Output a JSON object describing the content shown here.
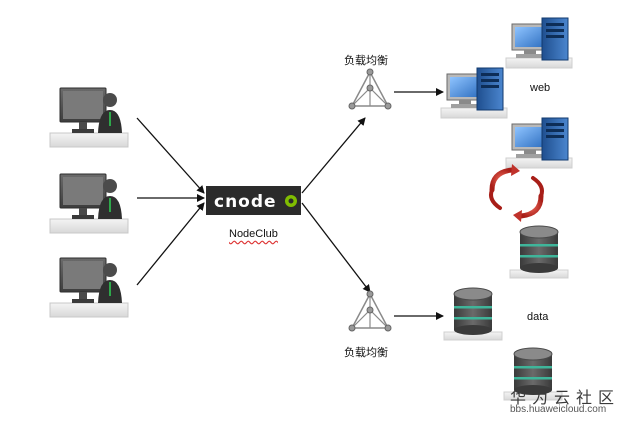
{
  "labels": {
    "lb_top": "负载均衡",
    "lb_bottom": "负载均衡",
    "web": "web",
    "data": "data",
    "nodeclub": "NodeClub",
    "logo_text": "cnode"
  },
  "watermark": {
    "main": "华为云社区",
    "sub": "bbs.huaweicloud.com"
  },
  "colors": {
    "logo_bg": "#2b2b2b",
    "logo_accent": "#80bd01",
    "arrow": "#111111",
    "sync_arrow": "#c0322b",
    "db_band": "#3fb59a"
  },
  "icons": [
    "user-workstation-icon",
    "server-tower-icon",
    "database-icon",
    "load-balancer-icon",
    "sync-arrows-icon"
  ]
}
